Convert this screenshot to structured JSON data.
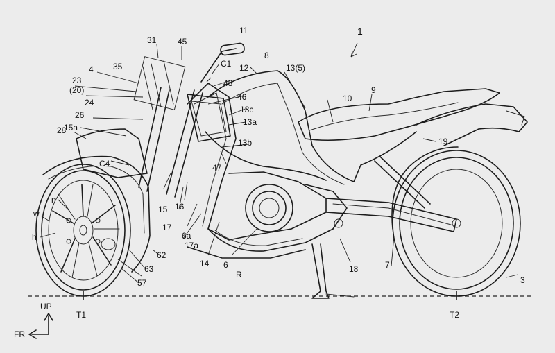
{
  "drawing": {
    "reference_numbers": {
      "r1": "1",
      "r3": "3",
      "r4": "4",
      "r6": "6",
      "r6a": "6a",
      "r7": "7",
      "r8": "8",
      "r9": "9",
      "r10": "10",
      "r11": "11",
      "r12": "12",
      "r13_5": "13(5)",
      "r13a": "13a",
      "r13b": "13b",
      "r13c": "13c",
      "r14": "14",
      "r15": "15",
      "r15a": "15a",
      "r16": "16",
      "r17": "17",
      "r17a": "17a",
      "r18": "18",
      "r19": "19",
      "r20": "(20)",
      "r23": "23",
      "r24": "24",
      "r26": "26",
      "r28": "28",
      "r31": "31",
      "r35": "35",
      "r45": "45",
      "r46": "46",
      "r47": "47",
      "r48": "48",
      "r57": "57",
      "r62": "62",
      "r63": "63",
      "rC1": "C1",
      "rC4": "C4",
      "rn": "n",
      "rw": "w",
      "rh": "h",
      "rR": "R",
      "rT1": "T1",
      "rT2": "T2"
    },
    "direction_labels": {
      "up": "UP",
      "front": "FR"
    }
  }
}
